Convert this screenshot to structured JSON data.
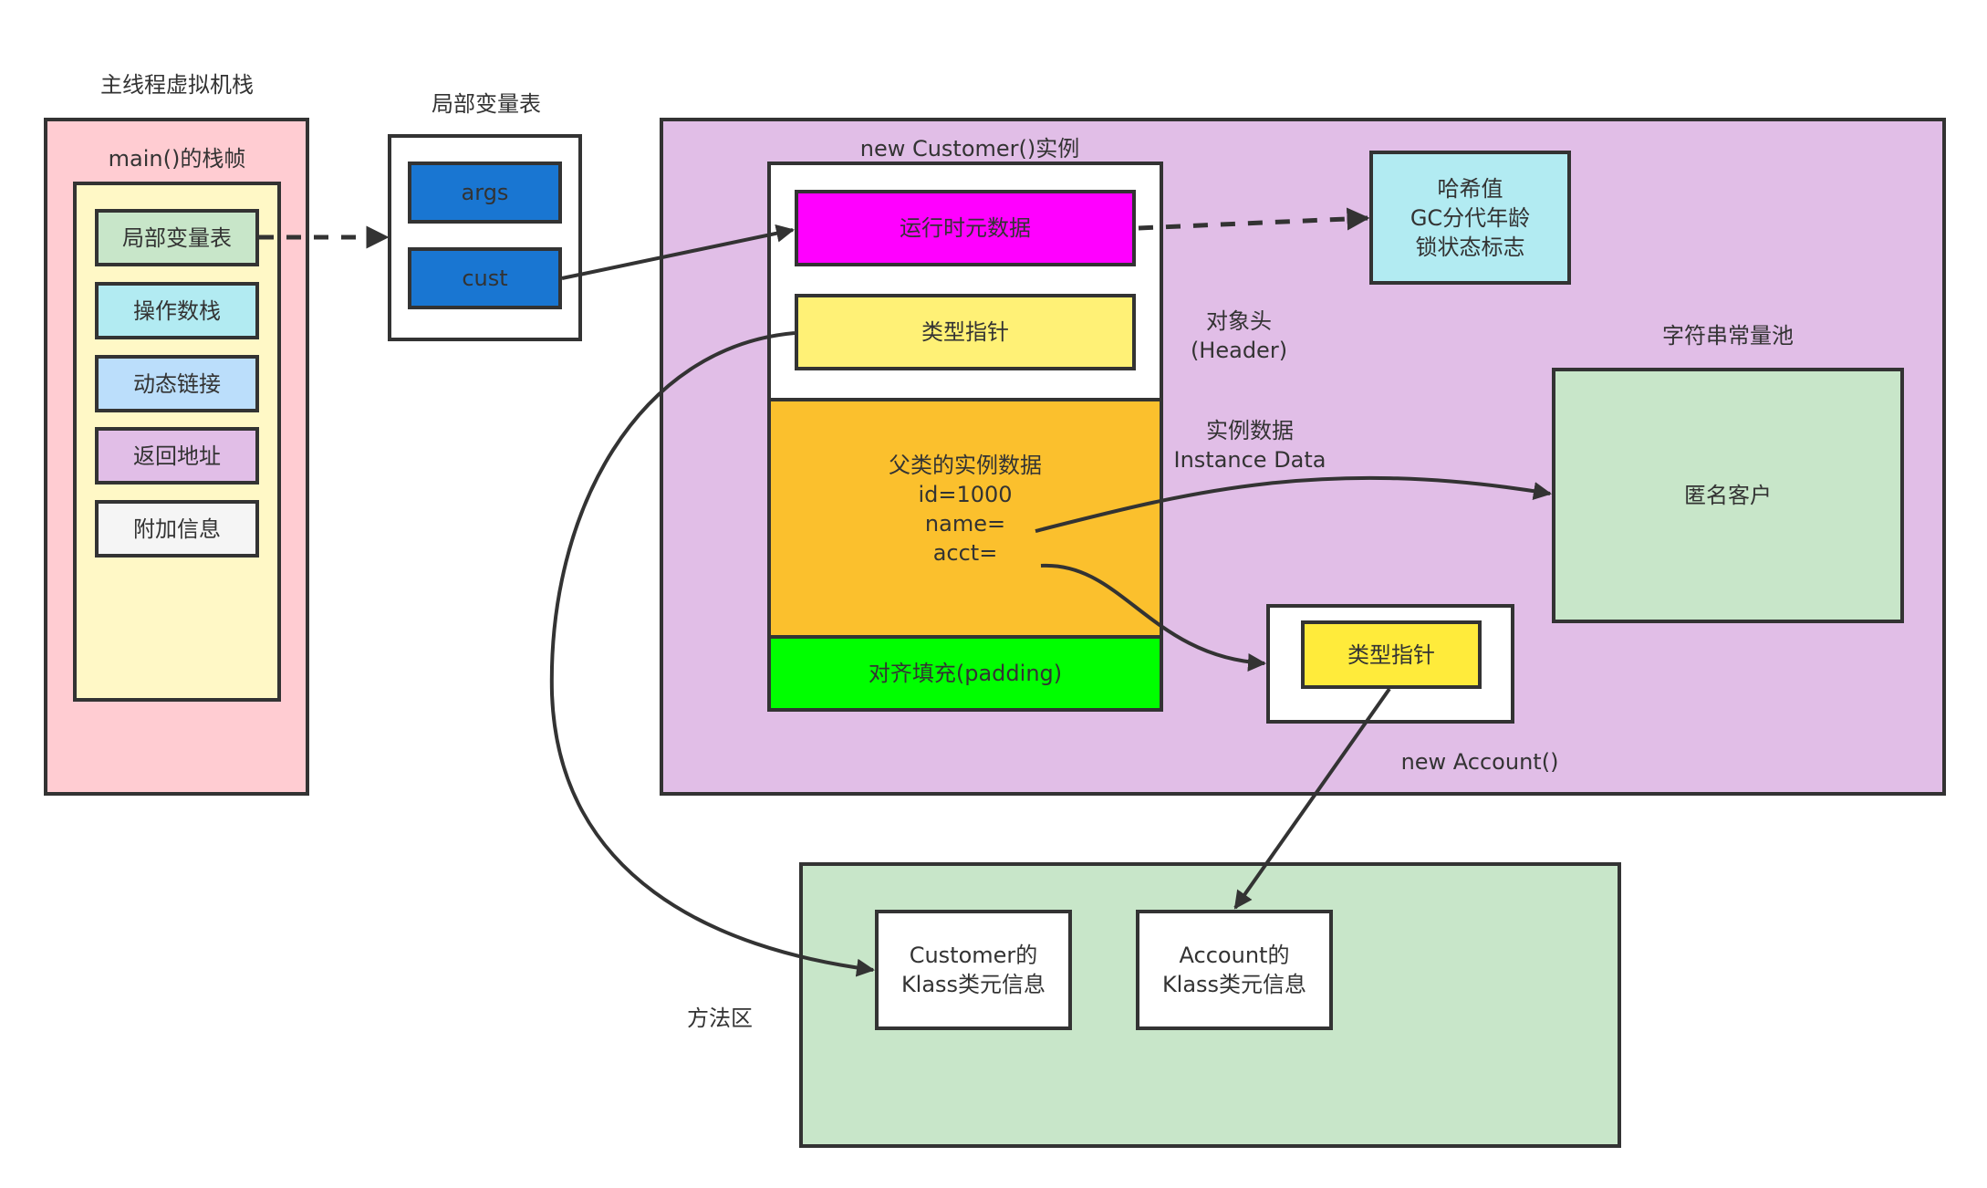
{
  "colors": {
    "stroke": "#333333",
    "stack_frame_bg": "#ffccd2",
    "frame_inner_bg": "#fff8c6",
    "local_var_bg": "#c8e6c9",
    "operand_stack_bg": "#b2ebf2",
    "dynamic_link_bg": "#bbdefb",
    "return_addr_bg": "#e1bee7",
    "extra_info_bg": "#f5f5f5",
    "ref_slot_bg": "#1976d2",
    "heap_bg": "#e1bee7",
    "runtime_meta_bg": "#ff00ff",
    "type_pointer_bg": "#fff176",
    "instance_data_bg": "#fbc02d",
    "padding_bg": "#00ff00",
    "mark_word_bg": "#b2ebf2",
    "string_pool_bg": "#c8e6c9",
    "account_pointer_bg": "#ffeb3b",
    "method_area_bg": "#c8e6c9",
    "white": "#ffffff"
  },
  "stack": {
    "title": "主线程虚拟机栈",
    "frame_title": "main()的栈帧",
    "items": [
      {
        "label": "局部变量表"
      },
      {
        "label": "操作数栈"
      },
      {
        "label": "动态链接"
      },
      {
        "label": "返回地址"
      },
      {
        "label": "附加信息"
      }
    ]
  },
  "locals": {
    "title": "局部变量表",
    "slots": [
      {
        "label": "args"
      },
      {
        "label": "cust"
      }
    ]
  },
  "heap": {
    "customer": {
      "title": "new Customer()实例",
      "runtime_meta": "运行时元数据",
      "type_pointer": "类型指针",
      "instance_data": "父类的实例数据\nid=1000\nname=\nacct=",
      "padding": "对齐填充(padding)"
    },
    "header_label": "对象头\n(Header)",
    "instance_data_label": "实例数据\nInstance Data",
    "mark_word": "哈希值\nGC分代年龄\n锁状态标志",
    "string_pool": {
      "title": "字符串常量池",
      "content": "匿名客户"
    },
    "account": {
      "type_pointer": "类型指针",
      "title": "new Account()"
    }
  },
  "method_area": {
    "title": "方法区",
    "customer_klass": "Customer的\nKlass类元信息",
    "account_klass": "Account的\nKlass类元信息"
  },
  "edges": [
    {
      "from": "stack-local-var-table",
      "to": "local-var-table",
      "style": "dashed"
    },
    {
      "from": "cust-slot",
      "to": "runtime-metadata",
      "style": "solid"
    },
    {
      "from": "runtime-metadata",
      "to": "mark-word",
      "style": "dashed"
    },
    {
      "from": "type-pointer",
      "to": "customer-klass",
      "style": "solid"
    },
    {
      "from": "name-field",
      "to": "string-pool",
      "style": "solid"
    },
    {
      "from": "acct-field",
      "to": "account-instance",
      "style": "solid"
    },
    {
      "from": "account-type-pointer",
      "to": "account-klass",
      "style": "solid"
    }
  ]
}
